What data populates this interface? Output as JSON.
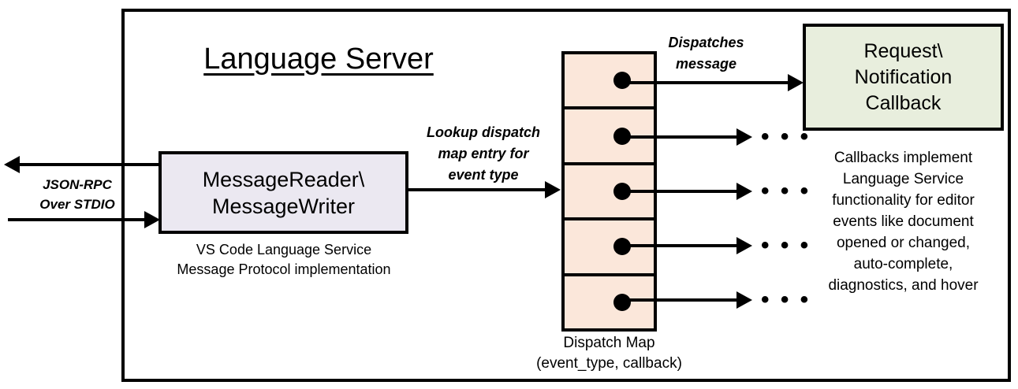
{
  "diagram": {
    "title": "Language Server",
    "frame_label": "Language Server",
    "message_box": {
      "line1": "MessageReader\\",
      "line2": "MessageWriter",
      "caption_line1": "VS Code Language Service",
      "caption_line2": "Message Protocol implementation",
      "fill": "#EBE8F1"
    },
    "io_label": {
      "line1": "JSON-RPC",
      "line2": "Over STDIO"
    },
    "lookup_label": {
      "line1": "Lookup dispatch",
      "line2": "map entry for",
      "line3": "event type"
    },
    "dispatches_label": {
      "line1": "Dispatches",
      "line2": "message"
    },
    "dispatch_map": {
      "caption_line1": "Dispatch Map",
      "caption_line2": "(event_type, callback)",
      "fill": "#FBE7DA",
      "cell_count": 5,
      "cells": [
        {
          "marker": "callback-dot"
        },
        {
          "marker": "callback-dot"
        },
        {
          "marker": "callback-dot"
        },
        {
          "marker": "callback-dot"
        },
        {
          "marker": "callback-dot"
        }
      ]
    },
    "callback_box": {
      "line1": "Request\\",
      "line2": "Notification",
      "line3": "Callback",
      "fill": "#E8EEDD",
      "caption_line1": "Callbacks implement",
      "caption_line2": "Language Service",
      "caption_line3": "functionality for editor",
      "caption_line4": "events like document",
      "caption_line5": "opened or changed,",
      "caption_line6": "auto-complete,",
      "caption_line7": "diagnostics, and hover"
    },
    "ellipsis": "• • •",
    "colors": {
      "stroke": "#000000",
      "background": "#FFFFFF"
    }
  }
}
